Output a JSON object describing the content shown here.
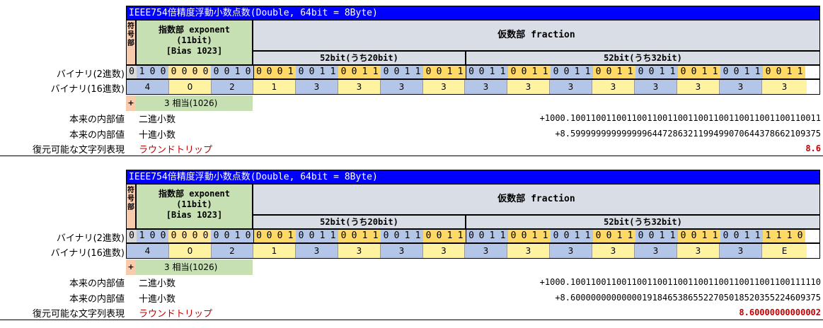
{
  "blocks": [
    {
      "title": "IEEE754倍精度浮動小数点数(Double, 64bit = 8Byte)",
      "sign_header": [
        "符",
        "号",
        "部"
      ],
      "exponent_header": [
        "指数部 exponent",
        "(11bit)",
        "[Bias 1023]"
      ],
      "fraction_header": "仮数部 fraction",
      "fraction_sub": [
        "52bit(うち20bit)",
        "52bit(うち32bit)"
      ],
      "binary_label": "バイナリ(2進数)",
      "hex_label": "バイナリ(16進数)",
      "bits": "0100000000100001001100110011001100110011001100110011001100110011",
      "hex": [
        "4",
        "0",
        "2",
        "1",
        "3",
        "3",
        "3",
        "3",
        "3",
        "3",
        "3",
        "3",
        "3",
        "3",
        "3",
        "3"
      ],
      "plus": "+",
      "exponent_equiv": "3 相当(1026)",
      "internal_label": "本来の内部値",
      "binary_kind": "二進小数",
      "binary_value": "+1000.1001100110011001100110011001100110011001100110011",
      "decimal_kind": "十進小数",
      "decimal_value": "+8.5999999999999996447286321199499070644378662109375",
      "repr_label": "復元可能な文字列表現",
      "repr_kind": "ラウンドトリップ",
      "repr_value": "8.6"
    },
    {
      "title": "IEEE754倍精度浮動小数点数(Double, 64bit = 8Byte)",
      "sign_header": [
        "符",
        "号",
        "部"
      ],
      "exponent_header": [
        "指数部 exponent",
        "(11bit)",
        "[Bias 1023]"
      ],
      "fraction_header": "仮数部 fraction",
      "fraction_sub": [
        "52bit(うち20bit)",
        "52bit(うち32bit)"
      ],
      "binary_label": "バイナリ(2進数)",
      "hex_label": "バイナリ(16進数)",
      "bits": "0100000000100001001100110011001100110011001100110011001100111110",
      "hex": [
        "4",
        "0",
        "2",
        "1",
        "3",
        "3",
        "3",
        "3",
        "3",
        "3",
        "3",
        "3",
        "3",
        "3",
        "3",
        "E"
      ],
      "plus": "+",
      "exponent_equiv": "3 相当(1026)",
      "internal_label": "本来の内部値",
      "binary_kind": "二進小数",
      "binary_value": "+1000.1001100110011001100110011001100110011001100111110",
      "decimal_kind": "十進小数",
      "decimal_value": "+8.6000000000000019184653865522705018520355224609375",
      "repr_label": "復元可能な文字列表現",
      "repr_kind": "ラウンドトリップ",
      "repr_value": "8.60000000000002"
    }
  ],
  "colors": {
    "title_bg": "#0000ff",
    "sign_bg": "#f8cbad",
    "exponent_bg": "#c6e0b4",
    "fraction_header_bg": "#d9dde5",
    "nibble_blue": "#b4c6e7",
    "nibble_yellow": "#ffe699",
    "roundtrip_red": "#c00000"
  }
}
